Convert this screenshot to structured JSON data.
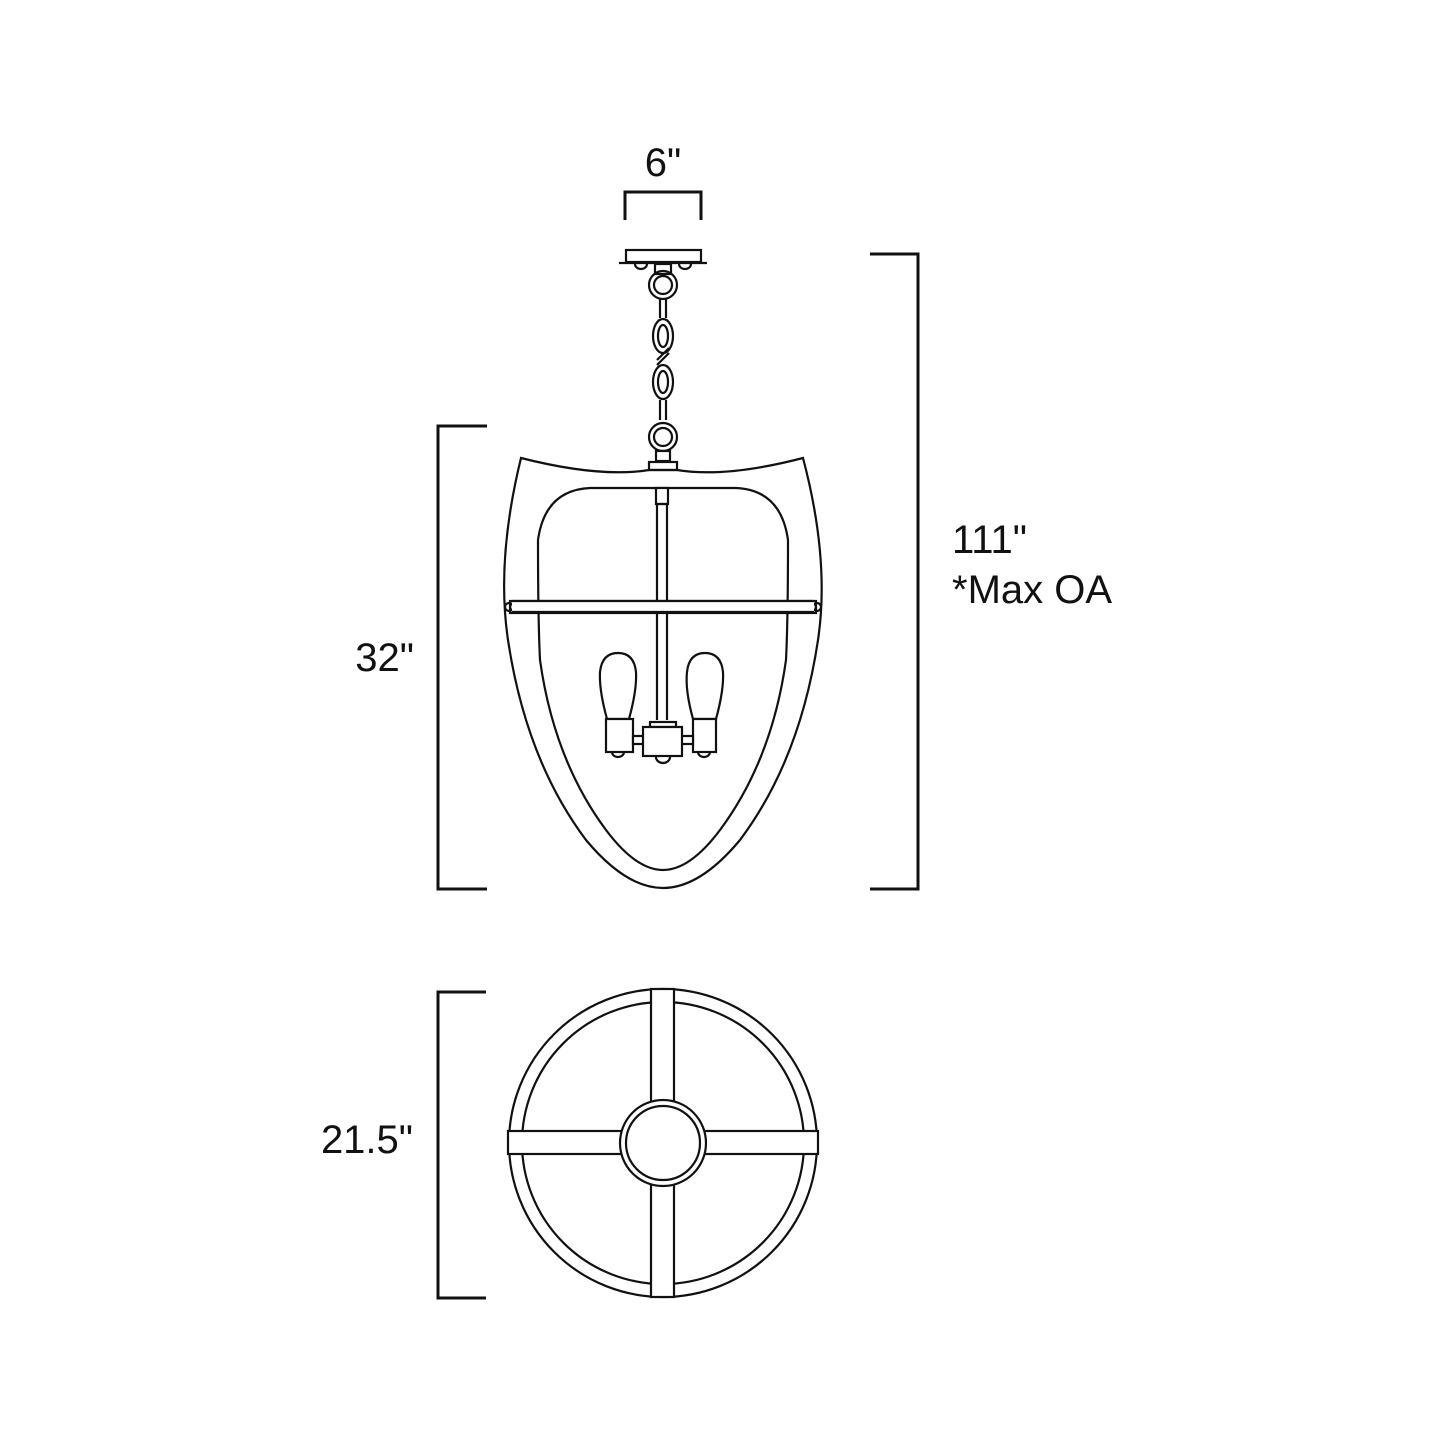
{
  "diagram": {
    "type": "product-dimension-drawing",
    "subject": "pendant lantern with chain",
    "colors": {
      "background": "#ffffff",
      "line": "#111111"
    }
  },
  "dimensions": {
    "canopy_width": {
      "label": "6\""
    },
    "overall_height": {
      "label_value": "111\"",
      "label_note": "*Max OA"
    },
    "body_height": {
      "label": "32\""
    },
    "body_diameter": {
      "label": "21.5\""
    }
  },
  "views": {
    "side": {
      "name": "Side elevation",
      "bulbs": 2
    },
    "bottom": {
      "name": "Bottom/plan view",
      "spokes": 4
    }
  }
}
